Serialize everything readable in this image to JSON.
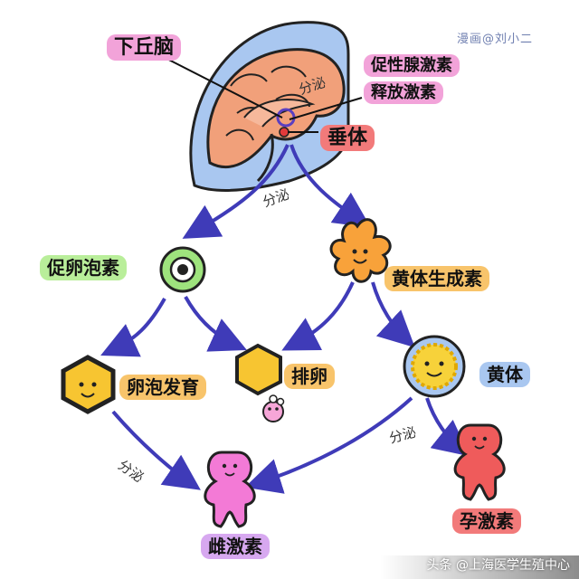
{
  "watermark": "漫画@刘小二",
  "labels": {
    "hypothalamus": "下丘脑",
    "gnrh_line1": "促性腺激素",
    "gnrh_line2": "释放激素",
    "secrete_top": "分泌",
    "pituitary": "垂体",
    "secrete_mid": "分泌",
    "fsh": "促卵泡素",
    "lh": "黄体生成素",
    "follicle_dev": "卵泡发育",
    "ovulation": "排卵",
    "corpus_luteum": "黄体",
    "secrete_left": "分泌",
    "secrete_right": "分泌",
    "estrogen": "雌激素",
    "progesterone": "孕激素"
  },
  "footer": "头条 @上海医学生殖中心",
  "colors": {
    "arrow": "#3f3bb8",
    "brain": "#f1a07a",
    "brain_bg": "#a9c7f0",
    "follicle_green": "#9ee37d",
    "hexagon": "#f7c531",
    "lh_orange": "#f8a23a",
    "estrogen_pink": "#f37ad6",
    "progesterone_red": "#ef5b5b"
  }
}
